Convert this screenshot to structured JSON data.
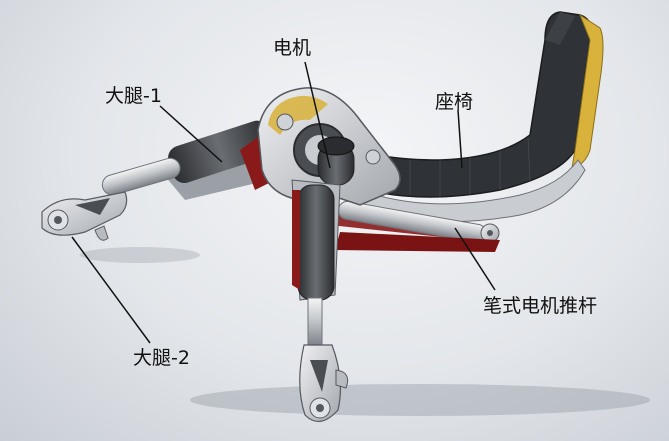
{
  "labels": {
    "motor": "电机",
    "thigh1": "大腿-1",
    "seat": "座椅",
    "pen_actuator": "笔式电机推杆",
    "thigh2": "大腿-2"
  },
  "colors": {
    "background": "#e6e8eb",
    "metal": "#c9cdd2",
    "dark_metal": "#4a4d52",
    "red_accent": "#8a1a1a",
    "yellow_accent": "#d8b23a",
    "seat_fabric": "#2f3236",
    "leader_line": "#111111"
  }
}
